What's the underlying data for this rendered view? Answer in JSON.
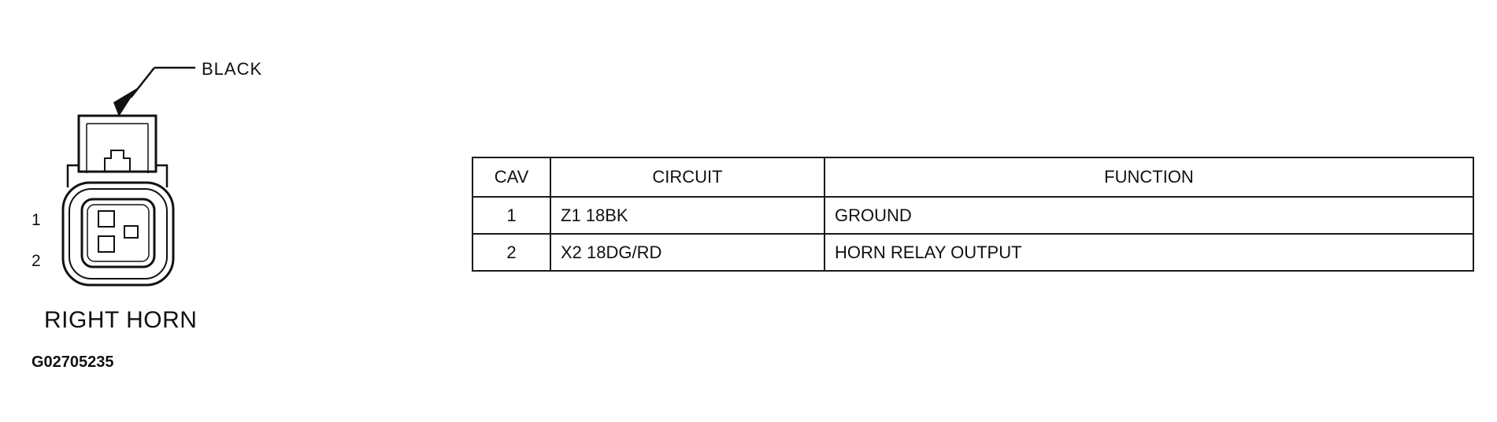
{
  "connector": {
    "wire_color_label": "BLACK",
    "pin_labels": [
      "1",
      "2"
    ],
    "name": "RIGHT HORN",
    "figure_code": "G02705235"
  },
  "table": {
    "headers": [
      "CAV",
      "CIRCUIT",
      "FUNCTION"
    ],
    "rows": [
      {
        "cav": "1",
        "circuit": "Z1 18BK",
        "function": "GROUND"
      },
      {
        "cav": "2",
        "circuit": "X2 18DG/RD",
        "function": "HORN RELAY OUTPUT"
      }
    ]
  }
}
